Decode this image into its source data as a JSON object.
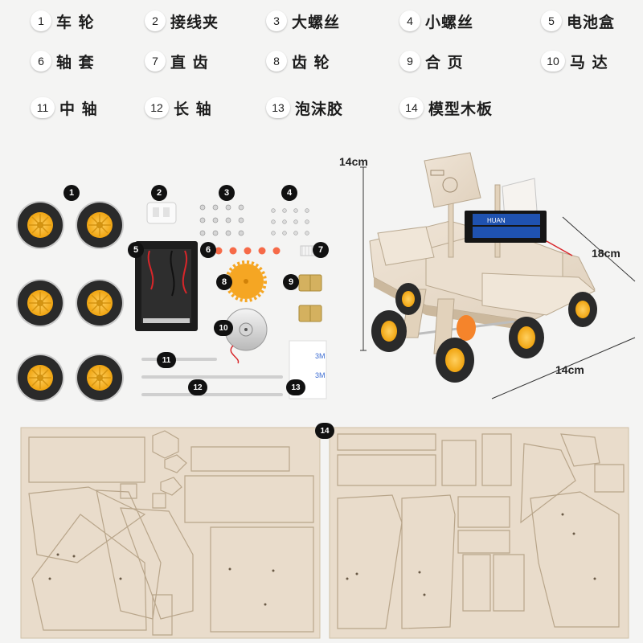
{
  "parts": [
    {
      "num": "1",
      "label": "车 轮"
    },
    {
      "num": "2",
      "label": "接线夹"
    },
    {
      "num": "3",
      "label": "大螺丝"
    },
    {
      "num": "4",
      "label": "小螺丝"
    },
    {
      "num": "5",
      "label": "电池盒"
    },
    {
      "num": "6",
      "label": "轴 套"
    },
    {
      "num": "7",
      "label": "直 齿"
    },
    {
      "num": "8",
      "label": "齿 轮"
    },
    {
      "num": "9",
      "label": "合 页"
    },
    {
      "num": "10",
      "label": "马 达"
    },
    {
      "num": "11",
      "label": "中 轴"
    },
    {
      "num": "12",
      "label": "长 轴"
    },
    {
      "num": "13",
      "label": "泡沫胶"
    },
    {
      "num": "14",
      "label": "模型木板"
    }
  ],
  "markers": [
    "1",
    "2",
    "3",
    "4",
    "5",
    "6",
    "7",
    "8",
    "9",
    "10",
    "11",
    "12",
    "13",
    "14"
  ],
  "dimensions": {
    "height": "14cm",
    "width": "18cm",
    "length": "14cm"
  },
  "battery_text": "HUAN",
  "colors": {
    "background": "#f4f4f3",
    "wood": "#e9dccb",
    "wheel_hub": "#f4b11d",
    "tire": "#2a2a2a",
    "gear": "#f5a623",
    "marker": "#111111"
  }
}
